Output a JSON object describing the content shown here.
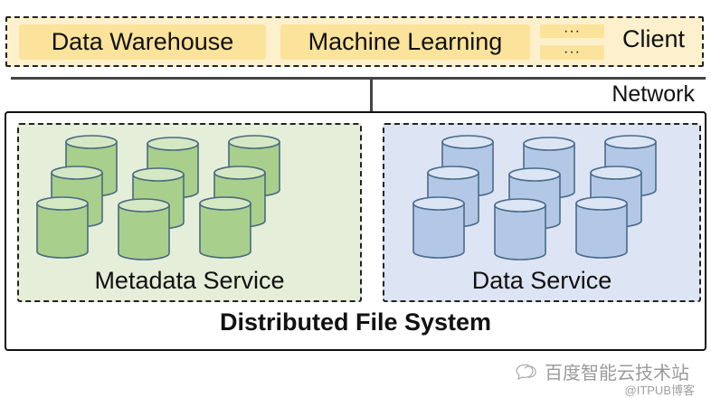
{
  "client": {
    "label": "Client",
    "apps": [
      "Data Warehouse",
      "Machine Learning"
    ],
    "more": [
      "···",
      "···"
    ]
  },
  "network": {
    "label": "Network"
  },
  "dfs": {
    "label": "Distributed File System",
    "services": [
      {
        "label": "Metadata Service",
        "node_count": 9,
        "fill": "#a9cf8c",
        "top_fill": "#d5e8c4",
        "stroke": "#4a6b7f"
      },
      {
        "label": "Data Service",
        "node_count": 9,
        "fill": "#b3c8e6",
        "top_fill": "#dbe5f4",
        "stroke": "#4a6b8a"
      }
    ]
  },
  "watermark": {
    "title": "百度智能云技术站",
    "sub": "@ITPUB博客"
  }
}
